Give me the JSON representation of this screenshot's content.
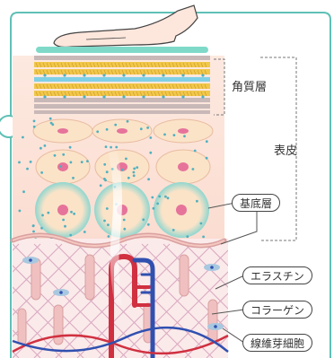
{
  "labels": {
    "stratum_corneum": "角質層",
    "epidermis": "表皮",
    "basal_layer": "基底層",
    "elastin": "エラスチン",
    "collagen": "コラーゲン",
    "fibroblast": "線維芽細胞"
  },
  "colors": {
    "frame_border": "#5fc0b6",
    "epidermis_bg": "#fbe6de",
    "dermis_bg": "#fbeaea",
    "cell_fill": "#fbe3c8",
    "cell_nucleus": "#e6739a",
    "basal_glow": "#8fd6cf",
    "stratum_blue": "#7fd0e6",
    "stratum_yellow": "#f0c84a",
    "stratum_gray": "#c8b8b8",
    "moisture_dots": "#4fb0c0",
    "elastin_fiber": "#d9a0a0",
    "collagen_mesh": "#d8a8c0",
    "blood_red": "#d03040",
    "blood_blue": "#3050b0",
    "fibroblast_blue": "#a8c8e0",
    "hand_outline": "#444444"
  }
}
